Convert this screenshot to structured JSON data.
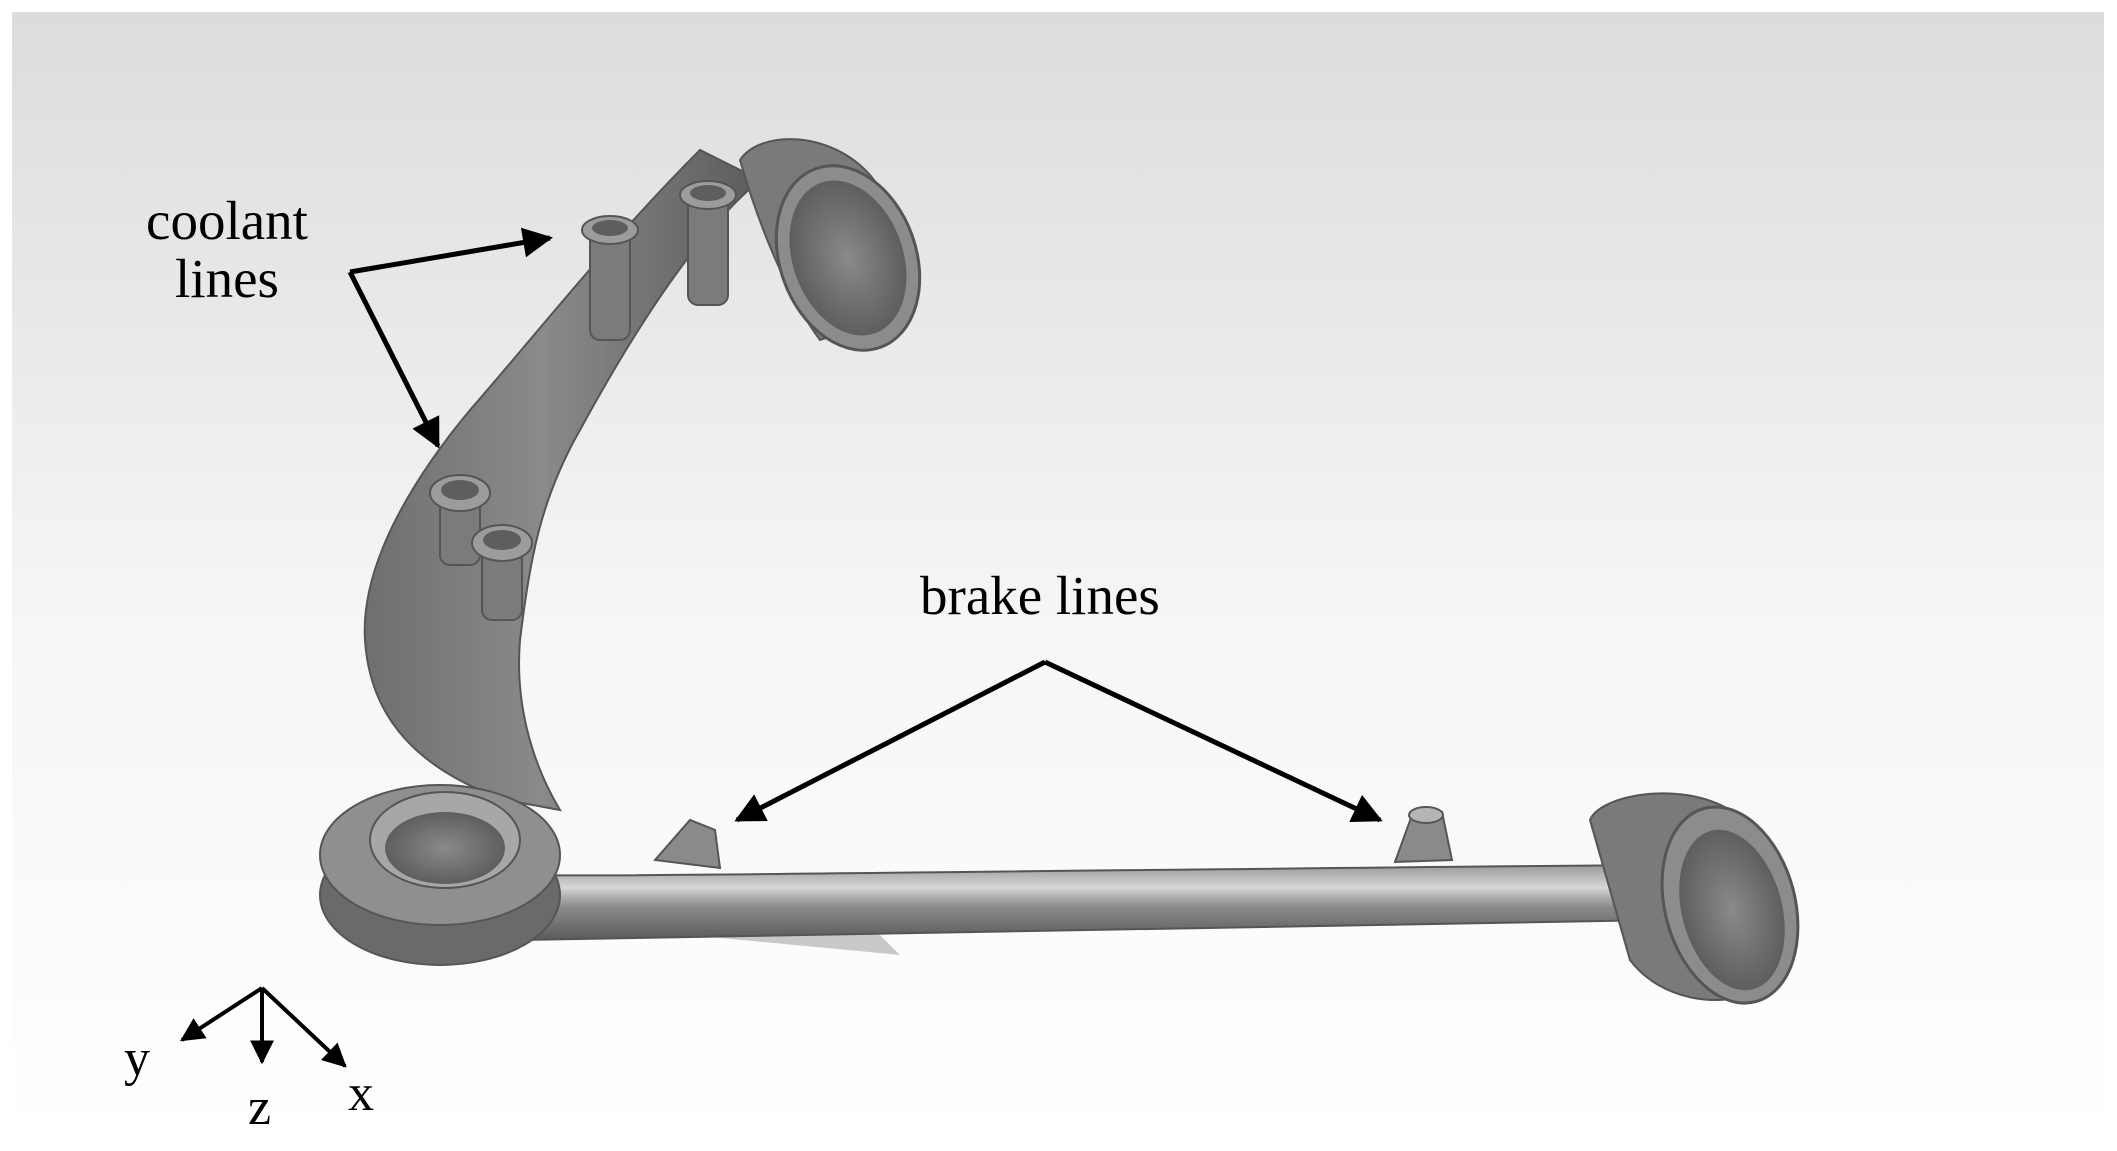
{
  "labels": {
    "coolant_line1": "coolant",
    "coolant_line2": "lines",
    "brake": "brake lines"
  },
  "axes": {
    "y": "y",
    "z": "z",
    "x": "x"
  },
  "colors": {
    "part_metal": "#7f7f7f",
    "background_top": "#e2e2e2",
    "background_bottom": "#ffffff",
    "arrow": "#000000"
  }
}
